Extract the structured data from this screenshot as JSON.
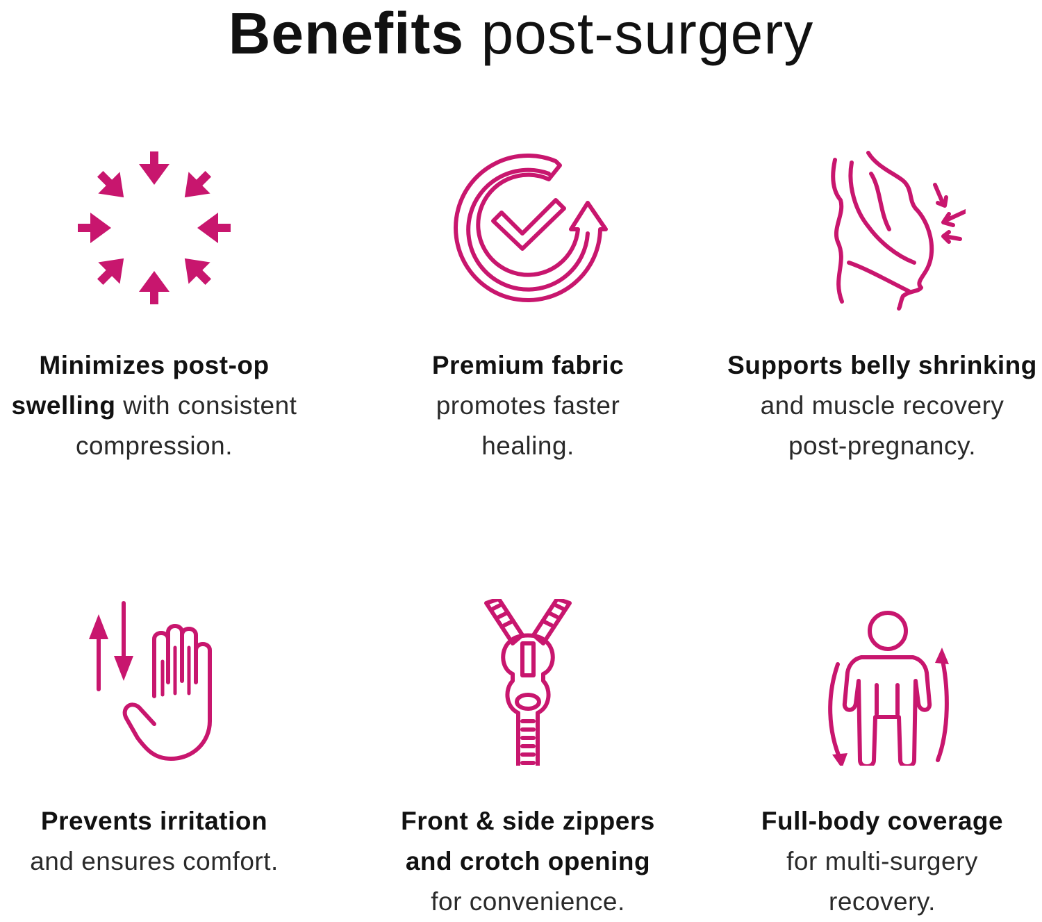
{
  "title": {
    "bold": "Benefits",
    "light": "post-surgery"
  },
  "accent_color": "#c8166e",
  "benefits": [
    {
      "icon": "compress-arrows-icon",
      "lines": [
        {
          "bold": "Minimizes post-op",
          "regular": ""
        },
        {
          "bold": "swelling",
          "regular": " with consistent"
        },
        {
          "bold": "",
          "regular": "compression."
        }
      ]
    },
    {
      "icon": "circular-check-icon",
      "lines": [
        {
          "bold": "Premium fabric",
          "regular": ""
        },
        {
          "bold": "",
          "regular": "promotes faster"
        },
        {
          "bold": "",
          "regular": "healing."
        }
      ]
    },
    {
      "icon": "belly-compression-icon",
      "lines": [
        {
          "bold": "Supports belly shrinking",
          "regular": ""
        },
        {
          "bold": "",
          "regular": "and muscle recovery"
        },
        {
          "bold": "",
          "regular": "post-pregnancy."
        }
      ]
    },
    {
      "icon": "hand-friction-icon",
      "lines": [
        {
          "bold": "Prevents irritation",
          "regular": ""
        },
        {
          "bold": "",
          "regular": "and ensures comfort."
        }
      ]
    },
    {
      "icon": "zipper-icon",
      "lines": [
        {
          "bold": "Front & side zippers",
          "regular": ""
        },
        {
          "bold": "and crotch opening",
          "regular": ""
        },
        {
          "bold": "",
          "regular": "for convenience."
        }
      ]
    },
    {
      "icon": "full-body-person-icon",
      "lines": [
        {
          "bold": "Full-body coverage",
          "regular": ""
        },
        {
          "bold": "",
          "regular": "for multi-surgery"
        },
        {
          "bold": "",
          "regular": "recovery."
        }
      ]
    }
  ]
}
